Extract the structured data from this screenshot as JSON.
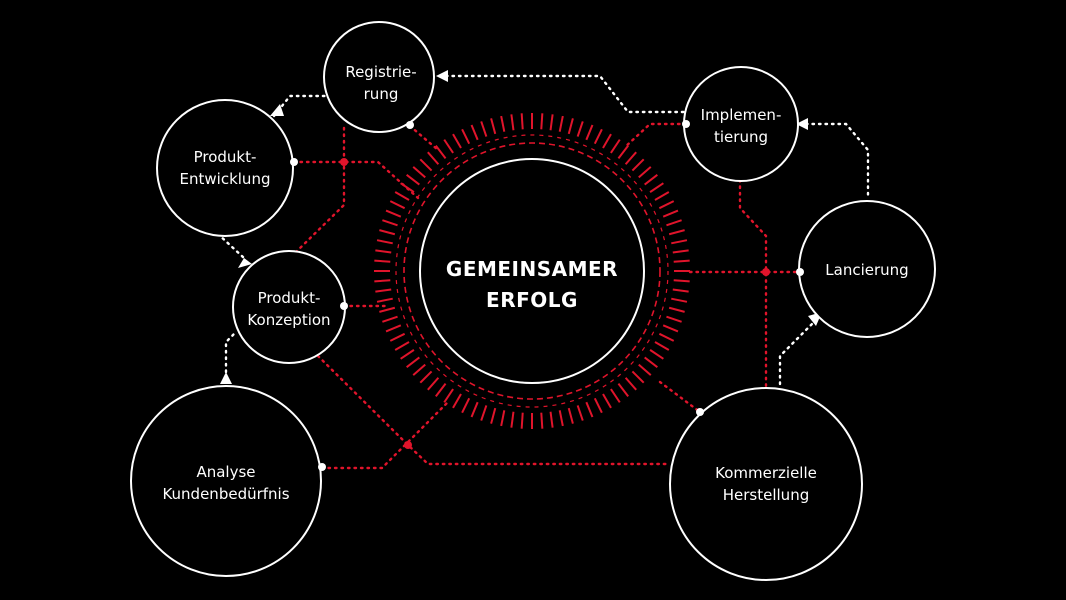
{
  "colors": {
    "background": "#000000",
    "foreground": "#ffffff",
    "accent": "#e0142b"
  },
  "center": {
    "line1": "GEMEINSAMER",
    "line2": "ERFOLG"
  },
  "nodes": {
    "registrierung": {
      "line1": "Registrie-",
      "line2": "rung"
    },
    "produkt_entwicklung": {
      "line1": "Produkt-",
      "line2": "Entwicklung"
    },
    "produkt_konzeption": {
      "line1": "Produkt-",
      "line2": "Konzeption"
    },
    "analyse": {
      "line1": "Analyse",
      "line2": "Kundenbedürfnis"
    },
    "implementierung": {
      "line1": "Implemen-",
      "line2": "tierung"
    },
    "lancierung": {
      "line1": "Lancierung"
    },
    "kommerzielle_herstellung": {
      "line1": "Kommerzielle",
      "line2": "Herstellung"
    }
  }
}
